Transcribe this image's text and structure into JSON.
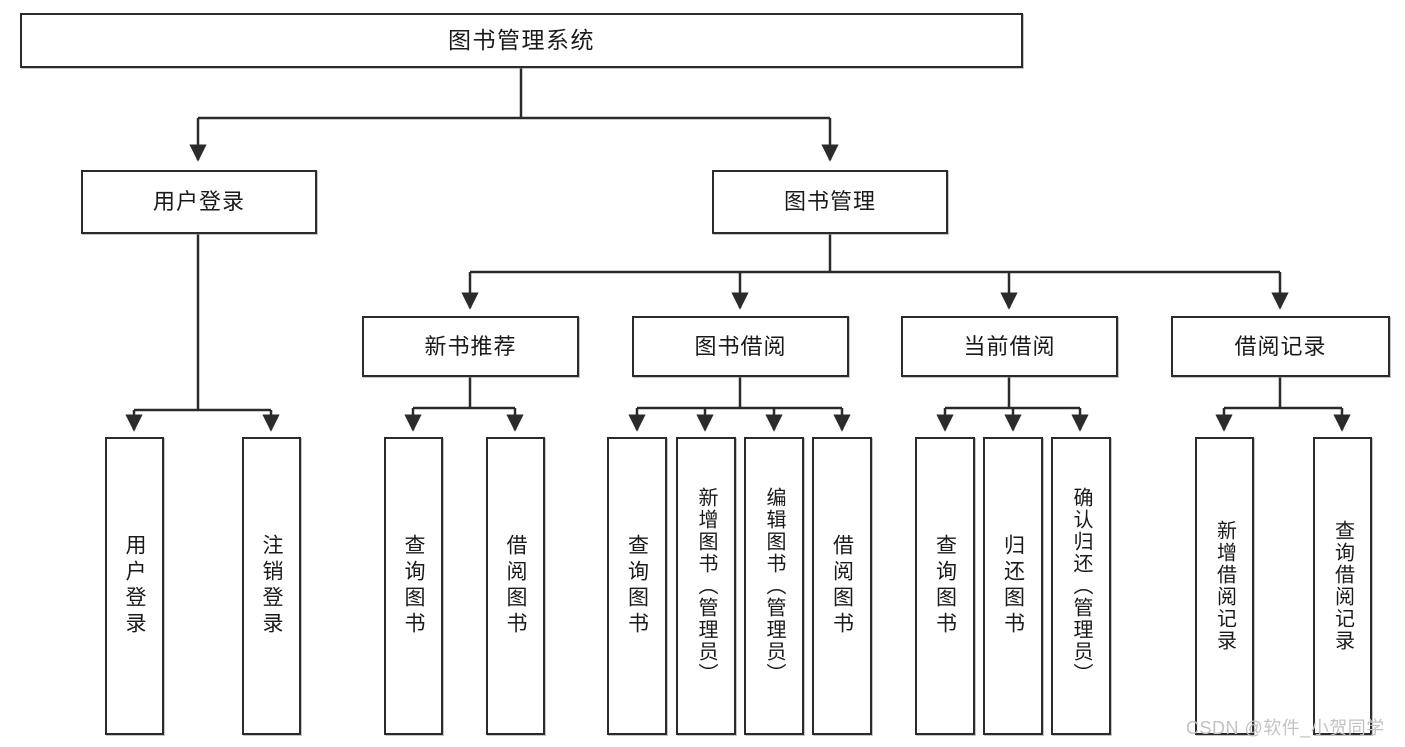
{
  "diagram": {
    "title": "图书管理系统",
    "type": "tree-hierarchy",
    "stroke_color": "#2b2b2b",
    "fill_color": "#ffffff",
    "text_color": "#1a1a1a"
  },
  "root": {
    "label": "图书管理系统"
  },
  "level2": [
    {
      "label": "用户登录"
    },
    {
      "label": "图书管理"
    }
  ],
  "level3": [
    {
      "label": "新书推荐"
    },
    {
      "label": "图书借阅"
    },
    {
      "label": "当前借阅"
    },
    {
      "label": "借阅记录"
    }
  ],
  "leaves": {
    "user_login": [
      {
        "label": "用户登录"
      },
      {
        "label": "注销登录"
      }
    ],
    "new_book_recommend": [
      {
        "label": "查询图书"
      },
      {
        "label": "借阅图书"
      }
    ],
    "book_borrow": [
      {
        "label": "查询图书"
      },
      {
        "label": "新增图书（管理员）"
      },
      {
        "label": "编辑图书（管理员）"
      },
      {
        "label": "借阅图书"
      }
    ],
    "current_borrow": [
      {
        "label": "查询图书"
      },
      {
        "label": "归还图书"
      },
      {
        "label": "确认归还（管理员）"
      }
    ],
    "borrow_record": [
      {
        "label": "新增借阅记录"
      },
      {
        "label": "查询借阅记录"
      }
    ]
  },
  "watermark": {
    "text": "CSDN @软件_小贺同学",
    "color": "#c3c3c3"
  }
}
